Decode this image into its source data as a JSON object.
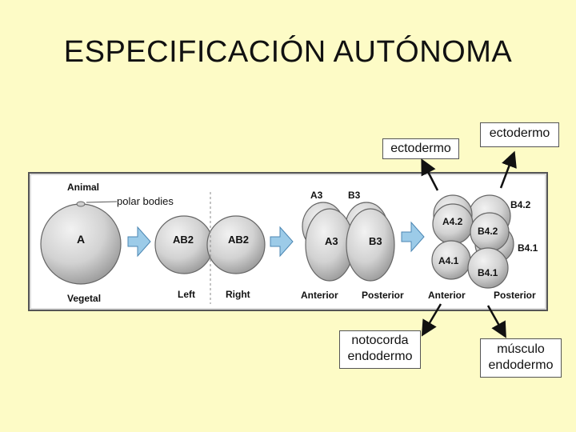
{
  "title": "ESPECIFICACIÓN AUTÓNOMA",
  "callouts": {
    "ectodermo_left": "ectodermo",
    "ectodermo_right": "ectodermo",
    "notocorda": "notocorda",
    "endodermo_left": "endodermo",
    "musculo": "músculo",
    "endodermo_right": "endodermo"
  },
  "figure_labels": {
    "animal": "Animal",
    "polar_bodies": "polar bodies",
    "vegetal": "Vegetal",
    "A": "A",
    "AB2_left": "AB2",
    "AB2_right": "AB2",
    "left": "Left",
    "right": "Right",
    "A3_top": "A3",
    "B3_top": "B3",
    "A3": "A3",
    "B3": "B3",
    "anterior_1": "Anterior",
    "posterior_1": "Posterior",
    "A4_2": "A4.2",
    "B4_2_top": "B4.2",
    "B4_2": "B4.2",
    "B4_1_right": "B4.1",
    "A4_1": "A4.1",
    "B4_1": "B4.1",
    "anterior_2": "Anterior",
    "posterior_2": "Posterior"
  },
  "colors": {
    "background": "#fdfbc6",
    "cell_fill": "#d2d2d2",
    "arrow_fill": "#9ccbe8"
  }
}
